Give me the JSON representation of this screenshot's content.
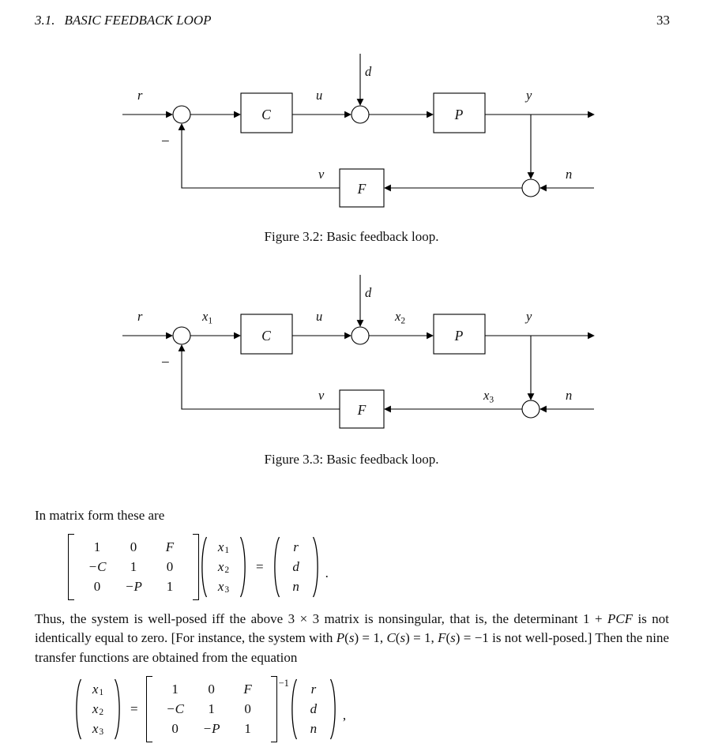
{
  "header": {
    "section_no": "3.1.",
    "section_title": "BASIC FEEDBACK LOOP",
    "page_number": "33"
  },
  "sym": {
    "r": "r",
    "u": "u",
    "d": "d",
    "y": "y",
    "n": "n",
    "v": "v",
    "C": "C",
    "P": "P",
    "F": "F",
    "minus": "−",
    "x": "x",
    "s1": "1",
    "s2": "2",
    "s3": "3"
  },
  "fig32": {
    "caption": "Figure 3.2: Basic feedback loop."
  },
  "fig33": {
    "caption": "Figure 3.3: Basic feedback loop."
  },
  "intro": "In matrix form these are",
  "eq1": {
    "matrix": [
      [
        "1",
        "0",
        "F"
      ],
      [
        "−C",
        "1",
        "0"
      ],
      [
        "0",
        "−P",
        "1"
      ]
    ],
    "lhs": [
      [
        "x",
        "1"
      ],
      [
        "x",
        "2"
      ],
      [
        "x",
        "3"
      ]
    ],
    "rhs": [
      "r",
      "d",
      "n"
    ],
    "equals": "=",
    "end": "."
  },
  "para": [
    "Thus, the system is well-posed iff the above 3 × 3 matrix is nonsingular, that is, the determinant 1 + ",
    "PCF",
    " is not identically equal to zero.  [For instance, the system with ",
    "P",
    "(",
    "s",
    ") = 1, ",
    "C",
    "(",
    "s",
    ") = 1, ",
    "F",
    "(",
    "s",
    ") = −1 is not well-posed.]  Then the nine transfer functions are obtained from the equation"
  ],
  "eq2": {
    "lhs": [
      [
        "x",
        "1"
      ],
      [
        "x",
        "2"
      ],
      [
        "x",
        "3"
      ]
    ],
    "matrix": [
      [
        "1",
        "0",
        "F"
      ],
      [
        "−C",
        "1",
        "0"
      ],
      [
        "0",
        "−P",
        "1"
      ]
    ],
    "exp": "−1",
    "rhs": [
      "r",
      "d",
      "n"
    ],
    "equals": "=",
    "end": ","
  }
}
